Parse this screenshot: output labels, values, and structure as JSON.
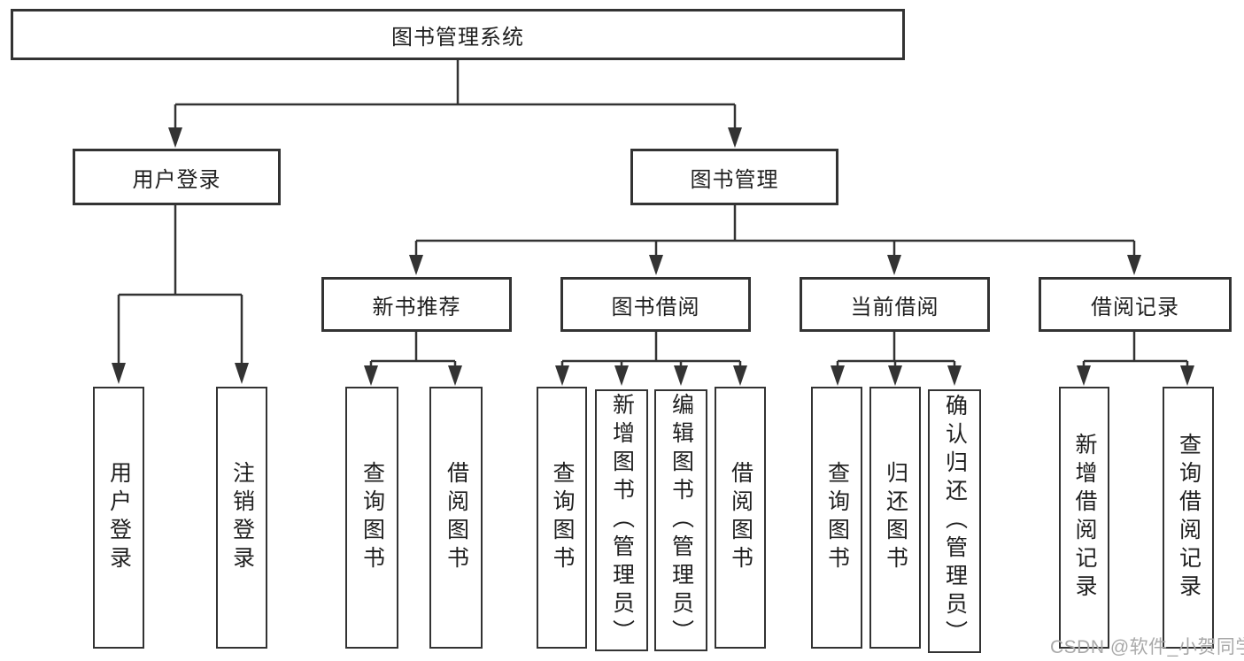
{
  "tree": {
    "label": "图书管理系统",
    "children": [
      {
        "label": "用户登录",
        "children": [
          {
            "label": "用户登录"
          },
          {
            "label": "注销登录"
          }
        ]
      },
      {
        "label": "图书管理",
        "children": [
          {
            "label": "新书推荐",
            "children": [
              {
                "label": "查询图书"
              },
              {
                "label": "借阅图书"
              }
            ]
          },
          {
            "label": "图书借阅",
            "children": [
              {
                "label": "查询图书"
              },
              {
                "label": "新增图书（管理员）"
              },
              {
                "label": "编辑图书（管理员）"
              },
              {
                "label": "借阅图书"
              }
            ]
          },
          {
            "label": "当前借阅",
            "children": [
              {
                "label": "查询图书"
              },
              {
                "label": "归还图书"
              },
              {
                "label": "确认归还（管理员）"
              }
            ]
          },
          {
            "label": "借阅记录",
            "children": [
              {
                "label": "新增借阅记录"
              },
              {
                "label": "查询借阅记录"
              }
            ]
          }
        ]
      }
    ]
  },
  "watermark": "CSDN @软件_小贺同学",
  "colors": {
    "line": "#333333",
    "text": "#1f1f1f",
    "watermark": "#a9a9a9",
    "background": "#ffffff"
  }
}
